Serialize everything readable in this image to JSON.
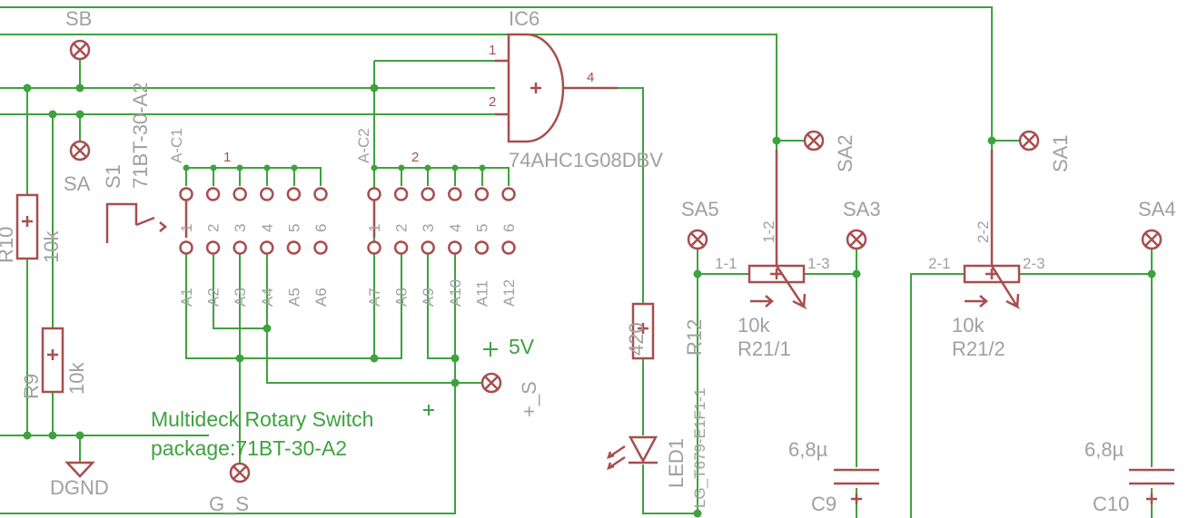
{
  "labels": {
    "sb": "SB",
    "sa": "SA",
    "ic6": "IC6",
    "ic6_value": "74AHC1G08DBV",
    "ic6_pin1": "1",
    "ic6_pin2": "2",
    "ic6_pin4": "4",
    "s1": "S1",
    "s1_value": "71BT-30-A2",
    "ac1": "A-C1",
    "ac2": "A-C2",
    "deck1": "1",
    "deck2": "2",
    "r10": "R10",
    "r10_value": "10k",
    "r9": "R9",
    "r9_value": "10k",
    "dgnd": "DGND",
    "gs": "G_S",
    "plus_s": "+_S",
    "v5": "5V",
    "sa2": "SA2",
    "sa1": "SA1",
    "sa3": "SA3",
    "sa4": "SA4",
    "sa5": "SA5",
    "r12": "R12",
    "r12_value": "420",
    "led1": "LED1",
    "led1_value": "LG_T679-E1F1-1",
    "r21_1_value": "10k",
    "r21_1": "R21/1",
    "r21_2_value": "10k",
    "r21_2": "R21/2",
    "p11": "1-1",
    "p12": "1-2",
    "p13": "1-3",
    "p21": "2-1",
    "p22": "2-2",
    "p23": "2-3",
    "c9": "C9",
    "c9_value": "6,8µ",
    "c10": "C10",
    "c10_value": "6,8µ",
    "note_line1": "Multideck Rotary Switch",
    "note_line2": "package:71BT-30-A2"
  },
  "switch": {
    "deck1_pins": [
      "1",
      "2",
      "3",
      "4",
      "5",
      "6"
    ],
    "deck2_pins": [
      "1",
      "2",
      "3",
      "4",
      "5",
      "6"
    ],
    "deck1_contacts": [
      "A1",
      "A2",
      "A3",
      "A4",
      "A5",
      "A6"
    ],
    "deck2_contacts": [
      "A7",
      "A8",
      "A9",
      "A10",
      "A11",
      "A12"
    ]
  },
  "colors": {
    "wire": "#3ea23e",
    "part": "#a84e4e",
    "label": "#a0a0a0"
  }
}
